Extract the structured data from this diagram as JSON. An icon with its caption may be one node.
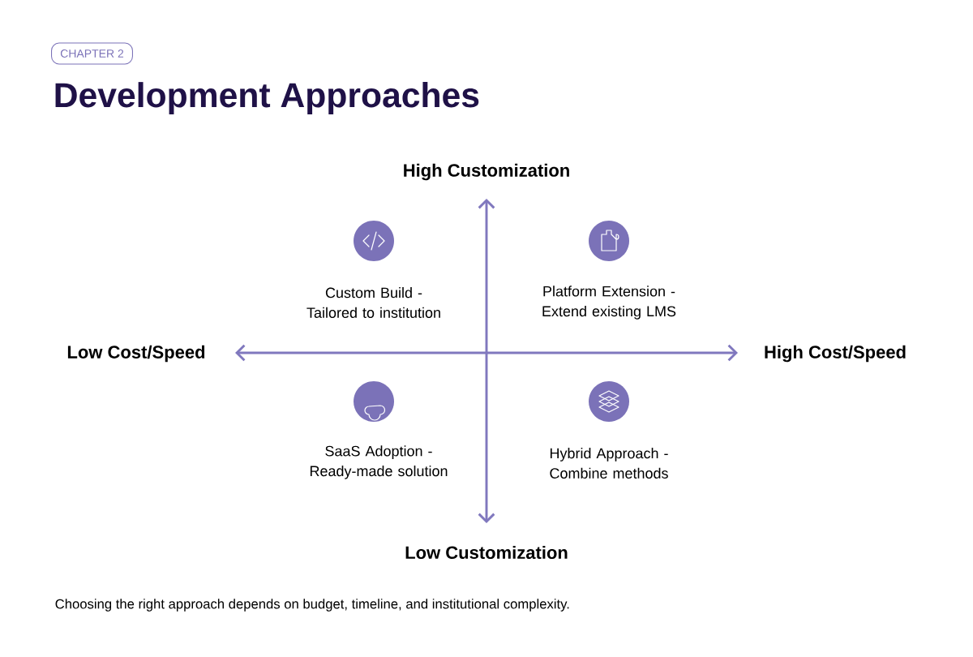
{
  "diagram": {
    "title": "Development Approaches",
    "caption": "Choosing the right approach depends on budget, timeline, and institutional complexity.",
    "nodes": [
      {
        "text": [
          "CHAPTER 2"
        ]
      }
    ],
    "labels": [
      "High Customization",
      "Custom Build - Tailored to institution",
      "Platform Extension - Extend existing LMS",
      "Low Cost/Speed",
      "High Cost/Speed",
      "SaaS Adoption - Ready-made solution",
      "Hybrid Approach - Combine methods",
      "Low Customization"
    ]
  }
}
